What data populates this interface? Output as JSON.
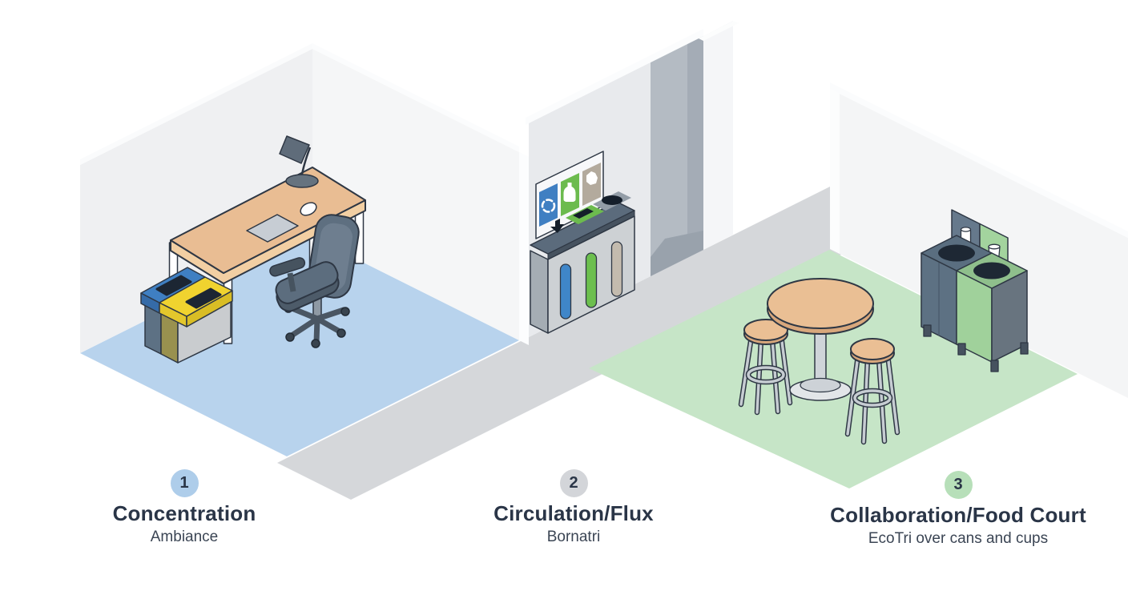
{
  "zones": [
    {
      "number": "1",
      "title": "Concentration",
      "subtitle": "Ambiance",
      "badge_color": "#aecdea",
      "floor_color": "#b8d3ed",
      "objects": [
        "desk",
        "desk-lamp",
        "notepad",
        "mouse",
        "office-chair",
        "two-stream-recycling-bin"
      ]
    },
    {
      "number": "2",
      "title": "Circulation/Flux",
      "subtitle": "Bornatri",
      "badge_color": "#d3d5d9",
      "floor_color": "#d5d7da",
      "objects": [
        "three-stream-sorting-station",
        "signage-panel",
        "doorway"
      ]
    },
    {
      "number": "3",
      "title": "Collaboration/Food Court",
      "subtitle": "EcoTri over cans and cups",
      "badge_color": "#b7dfb9",
      "floor_color": "#c6e5c7",
      "objects": [
        "bistro-table",
        "stool",
        "stool",
        "two-stream-recycling-station",
        "signage-panel"
      ]
    }
  ],
  "palette": {
    "background": "#ffffff",
    "outline": "#2e3744",
    "wall_light": "#f0f1f2",
    "wall_mid": "#e8eaed",
    "corridor_floor": "#d5d7da",
    "desk_wood": "#e9bd93",
    "chair_gray": "#5e6f80",
    "bin_blue": "#3f7fc2",
    "bin_yellow": "#f0d32f",
    "bin_green": "#6cbb4e",
    "bin_beige": "#b3aa9d",
    "station_green": "#a0d19b",
    "station_bluegray": "#5d7183"
  }
}
